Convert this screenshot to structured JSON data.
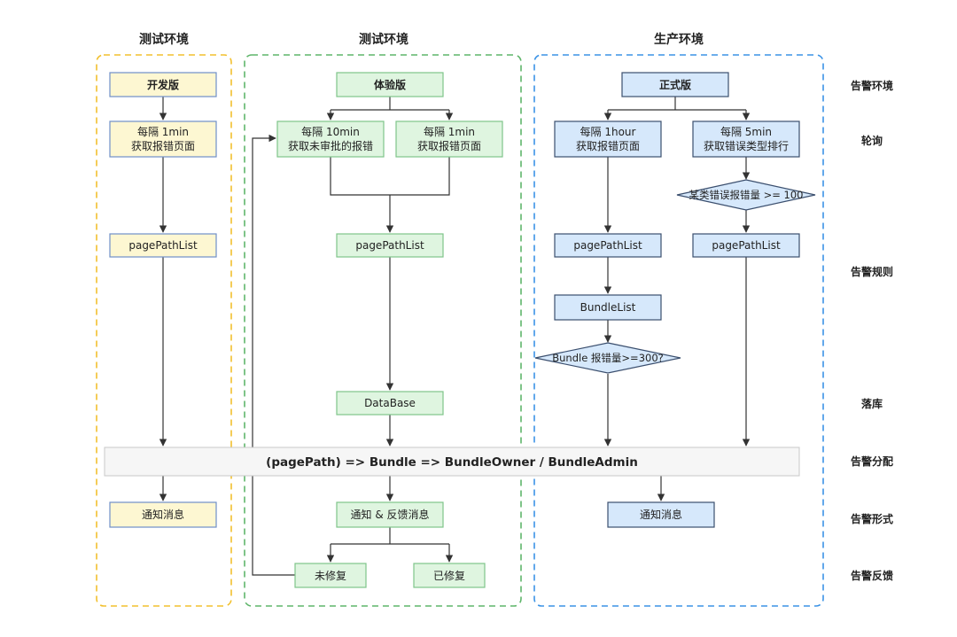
{
  "colors": {
    "yellow_fill": "#fdf7d2",
    "yellow_stroke": "#6f8fc7",
    "green_fill": "#dff5e0",
    "green_stroke": "#7fc58a",
    "blue_fill": "#d6e8fb",
    "blue_stroke": "#3b4f6e",
    "yellow_frame": "#f2c02e",
    "green_frame": "#5fb56a",
    "blue_frame": "#3b93e6",
    "bar_fill": "#f6f6f6",
    "bar_stroke": "#c8c8c8"
  },
  "sections": {
    "test1": "测试环境",
    "test2": "测试环境",
    "prod": "生产环境"
  },
  "row_labels": {
    "env": "告警环境",
    "poll": "轮询",
    "rule": "告警规则",
    "store": "落库",
    "assign": "告警分配",
    "form": "告警形式",
    "feedback": "告警反馈"
  },
  "nodes": {
    "dev": "开发版",
    "dev_poll_1": "每隔 1min",
    "dev_poll_2": "获取报错页面",
    "dev_pplist": "pagePathList",
    "dev_notify": "通知消息",
    "exp": "体验版",
    "exp_poll_a1": "每隔 10min",
    "exp_poll_a2": "获取未审批的报错",
    "exp_poll_b1": "每隔 1min",
    "exp_poll_b2": "获取报错页面",
    "exp_pplist": "pagePathList",
    "database": "DataBase",
    "exp_notify": "通知 & 反馈消息",
    "unfixed": "未修复",
    "fixed": "已修复",
    "prod": "正式版",
    "prod_poll_a1": "每隔 1hour",
    "prod_poll_a2": "获取报错页面",
    "prod_poll_b1": "每隔 5min",
    "prod_poll_b2": "获取错误类型排行",
    "cond_type": "某类错误报错量 >= 100",
    "prod_pplist_a": "pagePathList",
    "prod_pplist_b": "pagePathList",
    "bundlelist": "BundleList",
    "cond_bundle": "Bundle 报错量>=300?",
    "prod_notify": "通知消息"
  },
  "assign_bar": "(pagePath) => Bundle => BundleOwner / BundleAdmin"
}
